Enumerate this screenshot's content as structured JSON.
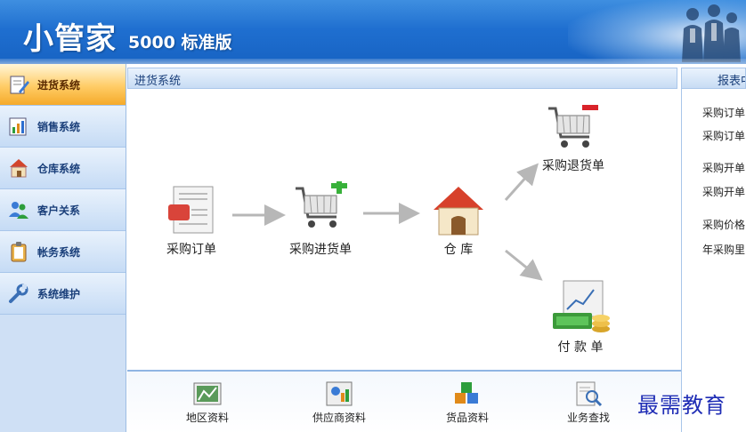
{
  "header": {
    "app_name": "小管家",
    "edition": "5000 标准版"
  },
  "sidebar": {
    "items": [
      {
        "label": "进货系统",
        "icon": "edit-document-icon"
      },
      {
        "label": "销售系统",
        "icon": "bar-chart-icon"
      },
      {
        "label": "仓库系统",
        "icon": "warehouse-icon"
      },
      {
        "label": "客户关系",
        "icon": "users-icon"
      },
      {
        "label": "帐务系统",
        "icon": "clipboard-icon"
      },
      {
        "label": "系统维护",
        "icon": "wrench-icon"
      }
    ]
  },
  "main": {
    "section_title": "进货系统",
    "flow": {
      "purchase_order": "采购订单",
      "purchase_receipt": "采购进货单",
      "warehouse": "仓 库",
      "purchase_return": "采购退货单",
      "payment": "付 款 单"
    },
    "tools": [
      {
        "label": "地区资料",
        "icon": "region-data-icon"
      },
      {
        "label": "供应商资料",
        "icon": "supplier-data-icon"
      },
      {
        "label": "货品资料",
        "icon": "goods-data-icon"
      },
      {
        "label": "业务查找",
        "icon": "business-search-icon"
      }
    ]
  },
  "right_panel": {
    "title": "报表中",
    "links": [
      "采购订单",
      "采购订单",
      "采购开单",
      "采购开单",
      "采购价格",
      "年采购里"
    ]
  },
  "watermark": "最需教育"
}
